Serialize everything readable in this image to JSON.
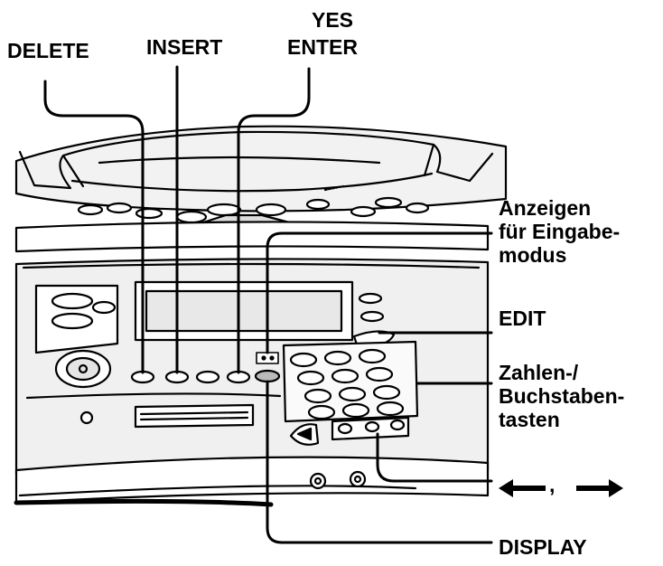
{
  "labels": {
    "delete": "DELETE",
    "insert": "INSERT",
    "yes": "YES",
    "enter": "ENTER",
    "input_mode": [
      "Anzeigen",
      "für Eingabe-",
      "modus"
    ],
    "edit": "EDIT",
    "number_letter_keys": [
      "Zahlen-/",
      "Buchstaben-",
      "tasten"
    ],
    "arrows_separator": ",",
    "display": "DISPLAY"
  },
  "icons": {
    "left_arrow": "left-arrow-icon",
    "right_arrow": "right-arrow-icon"
  },
  "colors": {
    "ink": "#000000",
    "background": "#ffffff",
    "device_shade": "#e6e6e6"
  }
}
